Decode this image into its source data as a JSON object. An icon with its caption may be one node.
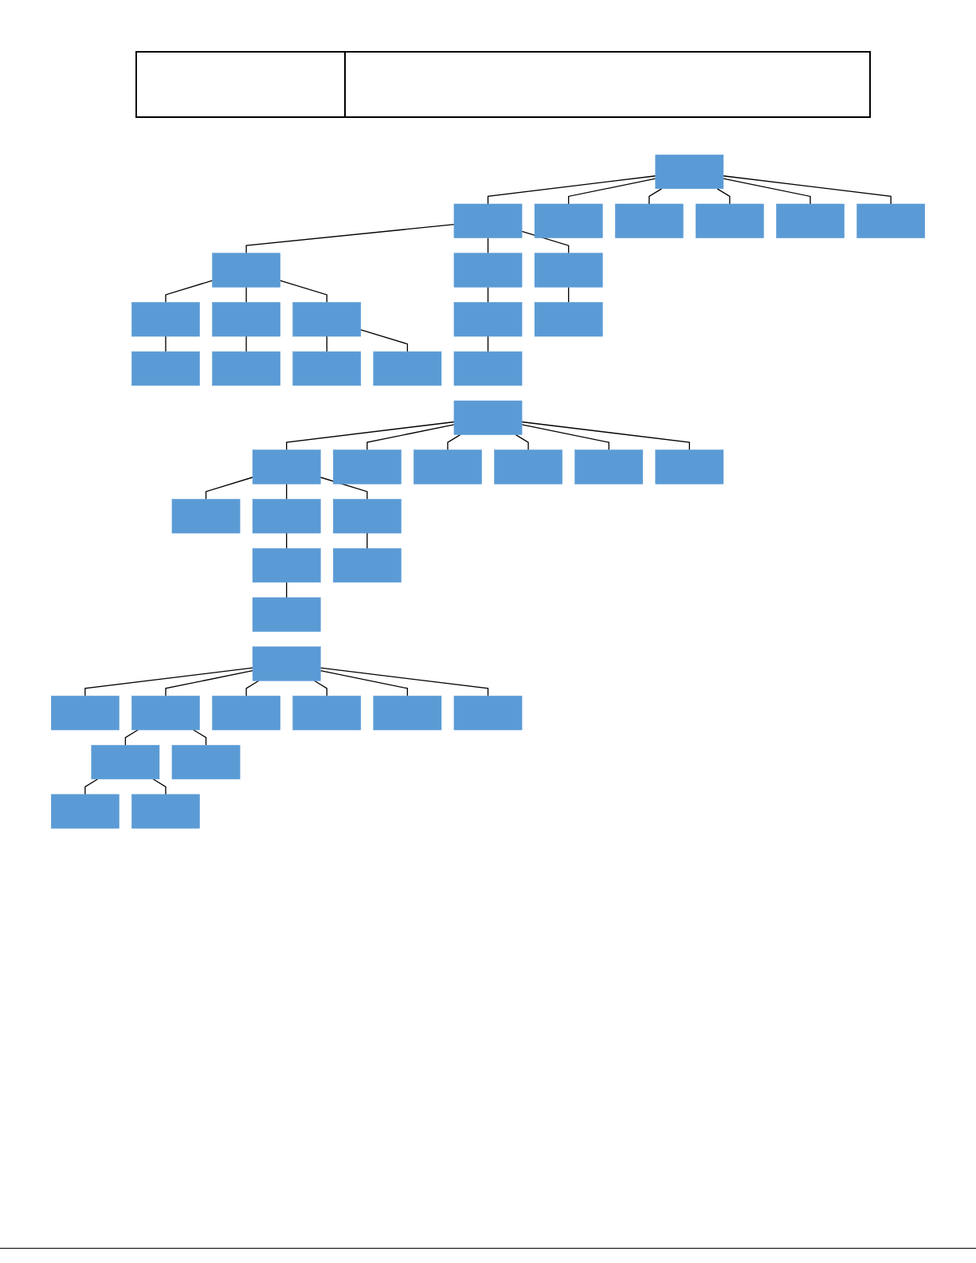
{
  "diagram": {
    "nodes": [
      {
        "text": [],
        "shape": "box"
      },
      {
        "text": [],
        "shape": "box"
      },
      {
        "text": [],
        "shape": "box"
      },
      {
        "text": [],
        "shape": "box"
      },
      {
        "text": [],
        "shape": "box"
      },
      {
        "text": [],
        "shape": "box"
      },
      {
        "text": [],
        "shape": "box"
      },
      {
        "text": [],
        "shape": "box"
      },
      {
        "text": [],
        "shape": "box"
      },
      {
        "text": [],
        "shape": "box"
      },
      {
        "text": [],
        "shape": "box"
      },
      {
        "text": [],
        "shape": "box"
      },
      {
        "text": [],
        "shape": "box"
      },
      {
        "text": [],
        "shape": "box"
      },
      {
        "text": [],
        "shape": "box"
      },
      {
        "text": [],
        "shape": "box"
      },
      {
        "text": [],
        "shape": "box"
      },
      {
        "text": [],
        "shape": "box"
      },
      {
        "text": [],
        "shape": "box"
      },
      {
        "text": [],
        "shape": "box"
      },
      {
        "text": [],
        "shape": "box"
      },
      {
        "text": [],
        "shape": "box"
      },
      {
        "text": [],
        "shape": "box"
      },
      {
        "text": [],
        "shape": "box"
      },
      {
        "text": [],
        "shape": "box"
      },
      {
        "text": [],
        "shape": "box"
      },
      {
        "text": [],
        "shape": "box"
      },
      {
        "text": [],
        "shape": "box"
      },
      {
        "text": [],
        "shape": "box"
      },
      {
        "text": [],
        "shape": "box"
      },
      {
        "text": [],
        "shape": "box"
      },
      {
        "text": [],
        "shape": "box"
      },
      {
        "text": [],
        "shape": "box"
      },
      {
        "text": [],
        "shape": "box"
      },
      {
        "text": [],
        "shape": "box"
      },
      {
        "text": [],
        "shape": "box"
      },
      {
        "text": [],
        "shape": "box"
      },
      {
        "text": [],
        "shape": "box"
      },
      {
        "text": [],
        "shape": "box"
      },
      {
        "text": [],
        "shape": "box"
      },
      {
        "text": [],
        "shape": "box"
      },
      {
        "text": [],
        "shape": "box"
      },
      {
        "text": [],
        "shape": "box"
      },
      {
        "text": [],
        "shape": "box"
      }
    ],
    "edges": [
      {
        "from": 0,
        "to": 1,
        "arrow": "none"
      },
      {
        "from": 0,
        "to": 2,
        "arrow": "none"
      },
      {
        "from": 0,
        "to": 3,
        "arrow": "none"
      },
      {
        "from": 0,
        "to": 4,
        "arrow": "none"
      },
      {
        "from": 0,
        "to": 5,
        "arrow": "none"
      },
      {
        "from": 0,
        "to": 6,
        "arrow": "none"
      },
      {
        "from": 1,
        "to": 7,
        "arrow": "none"
      },
      {
        "from": 1,
        "to": 8,
        "arrow": "none"
      },
      {
        "from": 1,
        "to": 9,
        "arrow": "none"
      },
      {
        "from": 7,
        "to": 10,
        "arrow": "none"
      },
      {
        "from": 7,
        "to": 11,
        "arrow": "none"
      },
      {
        "from": 7,
        "to": 12,
        "arrow": "none"
      },
      {
        "from": 8,
        "to": 13,
        "arrow": "none"
      },
      {
        "from": 9,
        "to": 19,
        "arrow": "none"
      },
      {
        "from": 10,
        "to": 14,
        "arrow": "none"
      },
      {
        "from": 11,
        "to": 15,
        "arrow": "none"
      },
      {
        "from": 12,
        "to": 16,
        "arrow": "none"
      },
      {
        "from": 12,
        "to": 17,
        "arrow": "none"
      },
      {
        "from": 13,
        "to": 18,
        "arrow": "none"
      },
      {
        "from": 20,
        "to": 21,
        "arrow": "none"
      },
      {
        "from": 20,
        "to": 22,
        "arrow": "none"
      },
      {
        "from": 20,
        "to": 23,
        "arrow": "none"
      },
      {
        "from": 20,
        "to": 24,
        "arrow": "none"
      },
      {
        "from": 20,
        "to": 25,
        "arrow": "none"
      },
      {
        "from": 20,
        "to": 26,
        "arrow": "none"
      },
      {
        "from": 21,
        "to": 27,
        "arrow": "none"
      },
      {
        "from": 21,
        "to": 28,
        "arrow": "none"
      },
      {
        "from": 21,
        "to": 30,
        "arrow": "none"
      },
      {
        "from": 28,
        "to": 29,
        "arrow": "none"
      },
      {
        "from": 29,
        "to": 31,
        "arrow": "none"
      },
      {
        "from": 30,
        "to": 32,
        "arrow": "none"
      },
      {
        "from": 33,
        "to": 34,
        "arrow": "none"
      },
      {
        "from": 33,
        "to": 35,
        "arrow": "none"
      },
      {
        "from": 33,
        "to": 36,
        "arrow": "none"
      },
      {
        "from": 33,
        "to": 37,
        "arrow": "none"
      },
      {
        "from": 33,
        "to": 38,
        "arrow": "none"
      },
      {
        "from": 33,
        "to": 39,
        "arrow": "none"
      },
      {
        "from": 35,
        "to": 40,
        "arrow": "none"
      },
      {
        "from": 35,
        "to": 41,
        "arrow": "none"
      },
      {
        "from": 40,
        "to": 42,
        "arrow": "none"
      },
      {
        "from": 40,
        "to": 43,
        "arrow": "none"
      }
    ]
  }
}
